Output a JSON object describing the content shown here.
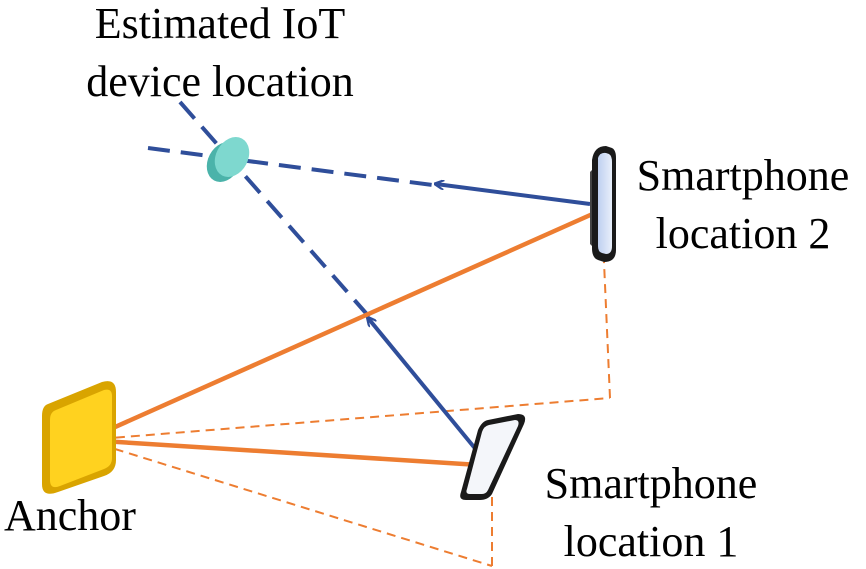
{
  "labels": {
    "estimated_line1": "Estimated IoT",
    "estimated_line2": "device location",
    "phone2_line1": "Smartphone",
    "phone2_line2": "location 2",
    "phone1_line1": "Smartphone",
    "phone1_line2": "location 1",
    "anchor": "Anchor"
  },
  "colors": {
    "blue": "#2F4E9A",
    "orange": "#ED7D31",
    "anchor_face": "#FFD21F",
    "anchor_side": "#D9A400",
    "iot_device": "#6FD0C6",
    "phone_screen": "#D6E2F7",
    "phone_body": "#1A1A1A"
  }
}
